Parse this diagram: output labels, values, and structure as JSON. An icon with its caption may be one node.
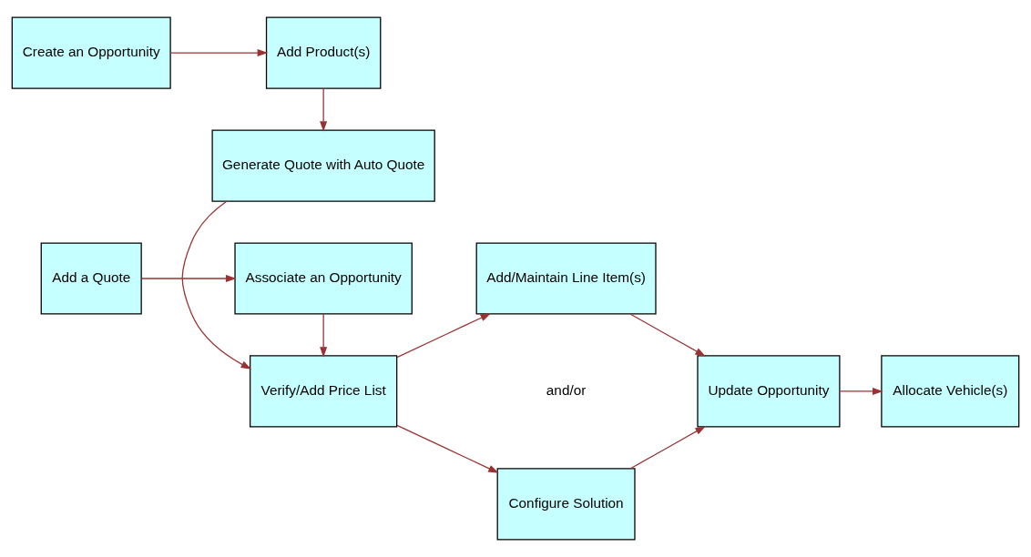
{
  "diagram": {
    "nodes": [
      {
        "text": [
          "Create an Opportunity"
        ]
      },
      {
        "text": [
          "Add Product(s)"
        ]
      },
      {
        "text": [
          "Generate Quote with Auto Quote"
        ]
      },
      {
        "text": [
          "Verify/Add Price List"
        ]
      },
      {
        "text": [
          "Add/Maintain Line Item(s)"
        ]
      },
      {
        "text": [
          "Configure Solution"
        ]
      },
      {
        "text": [
          "Update Opportunity"
        ]
      },
      {
        "text": [
          "Allocate Vehicle(s)"
        ]
      },
      {
        "text": [
          "Add a Quote"
        ]
      },
      {
        "text": [
          "Associate an Opportunity"
        ]
      }
    ],
    "edges": [
      {
        "from": 0,
        "to": 1,
        "arrow": "to"
      },
      {
        "from": 1,
        "to": 2,
        "arrow": "to"
      },
      {
        "from": 2,
        "to": 3,
        "arrow": "to"
      },
      {
        "from": 3,
        "to": 4,
        "arrow": "to"
      },
      {
        "from": 3,
        "to": 5,
        "arrow": "to"
      },
      {
        "from": 4,
        "to": 6,
        "arrow": "to"
      },
      {
        "from": 5,
        "to": 6,
        "arrow": "to"
      },
      {
        "from": 6,
        "to": 7,
        "arrow": "to"
      },
      {
        "from": 8,
        "to": 9,
        "arrow": "to"
      },
      {
        "from": 9,
        "to": 3,
        "arrow": "to"
      }
    ],
    "labels": [
      "and/or"
    ]
  }
}
